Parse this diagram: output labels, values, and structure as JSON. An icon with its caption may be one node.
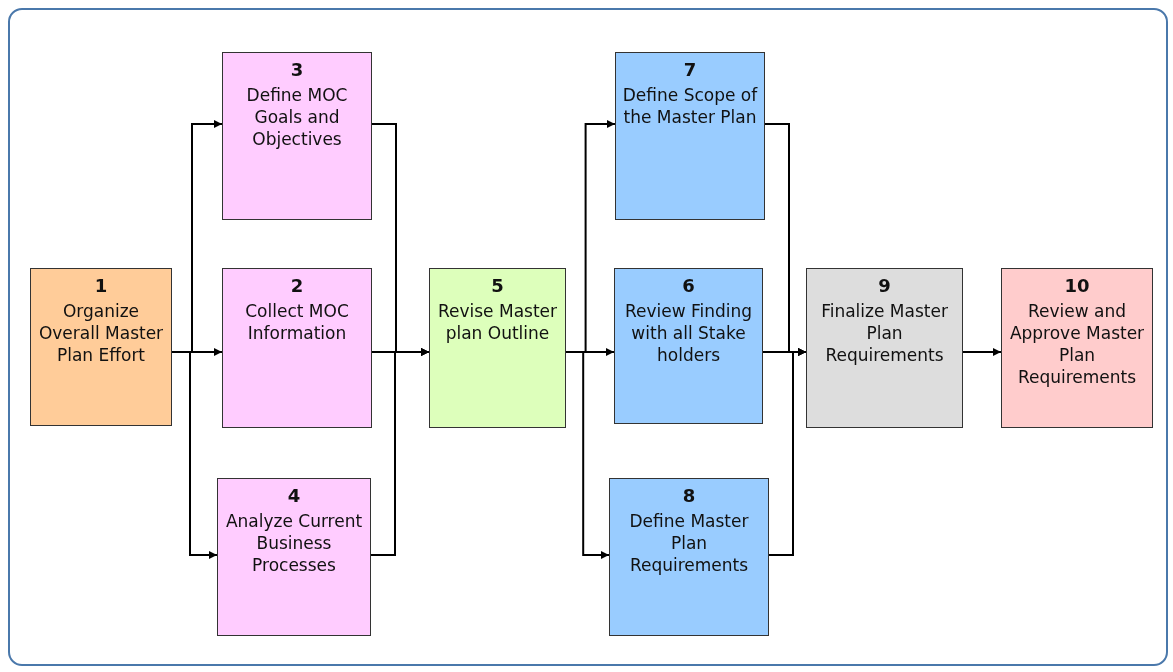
{
  "diagram": {
    "nodes": [
      {
        "text": [
          "1",
          "Organize Overall Master Plan Effort"
        ]
      },
      {
        "text": [
          "3",
          "Define MOC Goals and Objectives"
        ]
      },
      {
        "text": [
          "2",
          "Collect MOC Information"
        ]
      },
      {
        "text": [
          "4",
          "Analyze Current Business Processes"
        ]
      },
      {
        "text": [
          "5",
          "Revise Master plan Outline"
        ]
      },
      {
        "text": [
          "7",
          "Define Scope of the Master Plan"
        ]
      },
      {
        "text": [
          "6",
          "Review Finding with all Stake holders"
        ]
      },
      {
        "text": [
          "8",
          "Define Master Plan Requirements"
        ]
      },
      {
        "text": [
          "9",
          "Finalize Master Plan Requirements"
        ]
      },
      {
        "text": [
          "10",
          "Review and Approve Master Plan Requirements"
        ]
      }
    ],
    "edges": [
      {
        "from": 0,
        "to": 1,
        "arrow": "to"
      },
      {
        "from": 0,
        "to": 2,
        "arrow": "to"
      },
      {
        "from": 0,
        "to": 3,
        "arrow": "to"
      },
      {
        "from": 1,
        "to": 4,
        "arrow": "to"
      },
      {
        "from": 2,
        "to": 4,
        "arrow": "to"
      },
      {
        "from": 3,
        "to": 4,
        "arrow": "to"
      },
      {
        "from": 4,
        "to": 5,
        "arrow": "to"
      },
      {
        "from": 4,
        "to": 6,
        "arrow": "to"
      },
      {
        "from": 4,
        "to": 7,
        "arrow": "to"
      },
      {
        "from": 5,
        "to": 8,
        "arrow": "to"
      },
      {
        "from": 6,
        "to": 8,
        "arrow": "to"
      },
      {
        "from": 7,
        "to": 8,
        "arrow": "to"
      },
      {
        "from": 8,
        "to": 9,
        "arrow": "to"
      }
    ]
  }
}
